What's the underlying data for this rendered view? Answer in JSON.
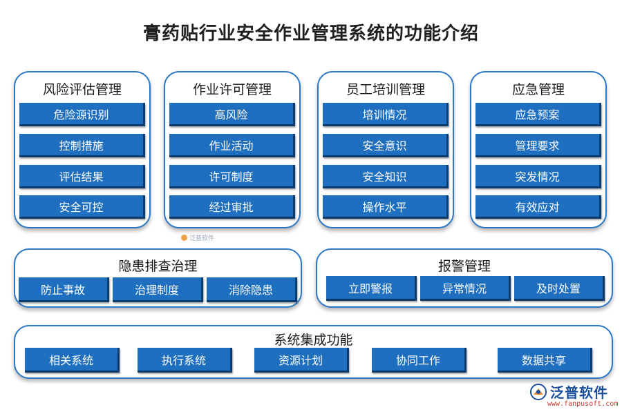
{
  "title": "膏药贴行业安全作业管理系统的功能介绍",
  "panels": {
    "risk": {
      "title": "风险评估管理",
      "items": [
        "危险源识别",
        "控制措施",
        "评估结果",
        "安全可控"
      ]
    },
    "permit": {
      "title": "作业许可管理",
      "items": [
        "高风险",
        "作业活动",
        "许可制度",
        "经过审批"
      ]
    },
    "training": {
      "title": "员工培训管理",
      "items": [
        "培训情况",
        "安全意识",
        "安全知识",
        "操作水平"
      ]
    },
    "emergency": {
      "title": "应急管理",
      "items": [
        "应急预案",
        "管理要求",
        "突发情况",
        "有效应对"
      ]
    },
    "hazard": {
      "title": "隐患排查治理",
      "items": [
        "防止事故",
        "治理制度",
        "消除隐患"
      ]
    },
    "alarm": {
      "title": "报警管理",
      "items": [
        "立即警报",
        "异常情况",
        "及时处置"
      ]
    },
    "integration": {
      "title": "系统集成功能",
      "items": [
        "相关系统",
        "执行系统",
        "资源计划",
        "协同工作",
        "数据共享"
      ]
    }
  },
  "watermark": "泛普软件",
  "logo": {
    "name": "泛普软件",
    "url": "www.fanpusoft.com"
  },
  "colors": {
    "accent": "#1e6fc0",
    "border": "#2a78c8"
  }
}
